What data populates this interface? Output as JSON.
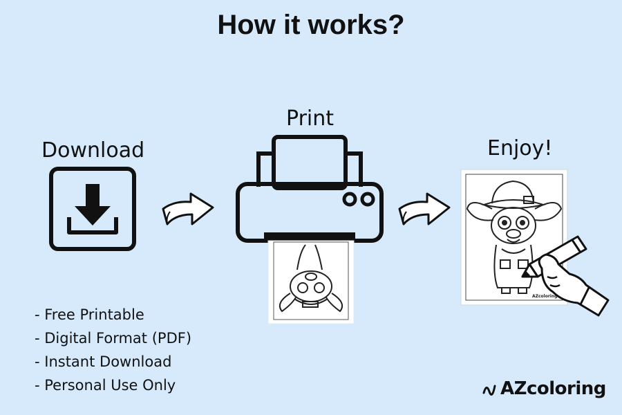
{
  "title": "How it works?",
  "steps": {
    "download": "Download",
    "print": "Print",
    "enjoy": "Enjoy!"
  },
  "features": [
    "- Free Printable",
    "- Digital Format (PDF)",
    "- Instant Download",
    "- Personal Use Only"
  ],
  "brand": {
    "name": "AZcoloring",
    "sheet_mark": "AZcoloring"
  },
  "colors": {
    "background": "#d6eafb",
    "ink": "#111111",
    "paper": "#ffffff"
  }
}
